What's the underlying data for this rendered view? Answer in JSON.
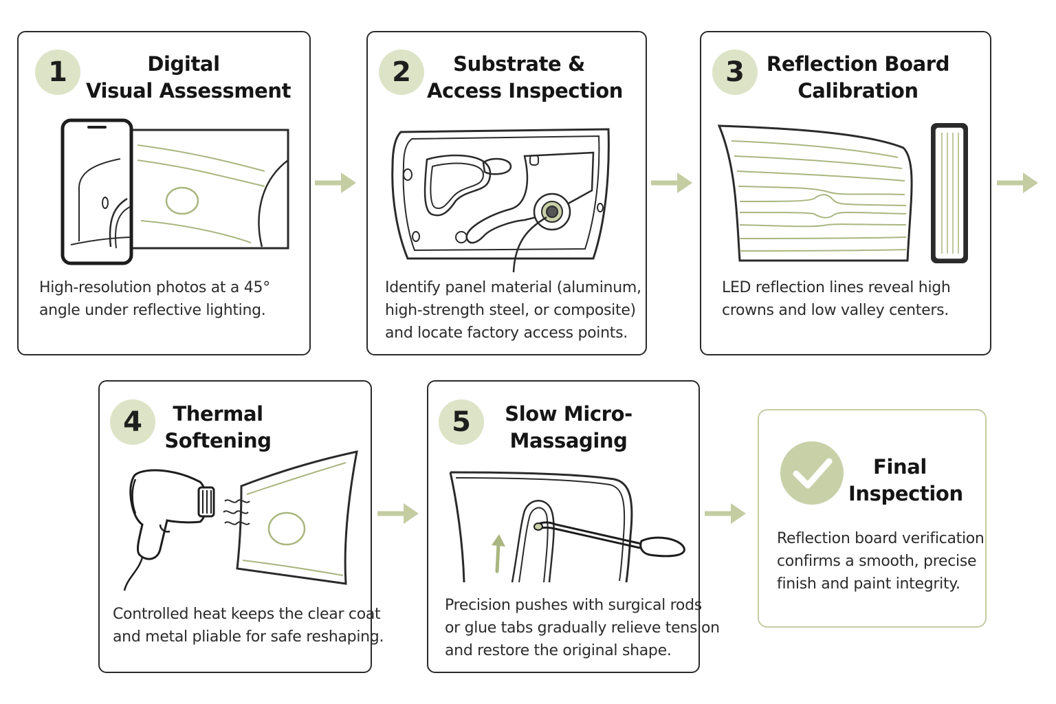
{
  "colors": {
    "accent": "#c4cca2",
    "badge_fill": "#dde3c6",
    "line_color": "#2a2a2a",
    "check_fill": "#c8d0a8"
  },
  "steps": [
    {
      "number": "1",
      "title_lines": [
        "Digital",
        "Visual Assessment"
      ],
      "desc_lines": [
        "High-resolution photos at a 45°",
        "angle under reflective lighting."
      ]
    },
    {
      "number": "2",
      "title_lines": [
        "Substrate &",
        "Access Inspection"
      ],
      "desc_lines": [
        "Identify panel material (aluminum,",
        "high-strength steel, or composite)",
        "and locate factory access points."
      ]
    },
    {
      "number": "3",
      "title_lines": [
        "Reflection Board",
        "Calibration"
      ],
      "desc_lines": [
        "LED reflection lines reveal high",
        "crowns and low valley centers."
      ]
    },
    {
      "number": "4",
      "title_lines": [
        "Thermal",
        "Softening"
      ],
      "desc_lines": [
        "Controlled heat keeps the clear coat",
        "and metal pliable for safe reshaping."
      ]
    },
    {
      "number": "5",
      "title_lines": [
        "Slow Micro-",
        "Massaging"
      ],
      "desc_lines": [
        "Precision pushes with surgical rods",
        "or glue tabs gradually relieve tension",
        "and restore the original shape."
      ]
    }
  ],
  "final": {
    "icon": "checkmark-icon",
    "title_lines": [
      "Final",
      "Inspection"
    ],
    "desc_lines": [
      "Reflection board verification",
      "confirms a smooth, precise",
      "finish and paint integrity."
    ]
  }
}
